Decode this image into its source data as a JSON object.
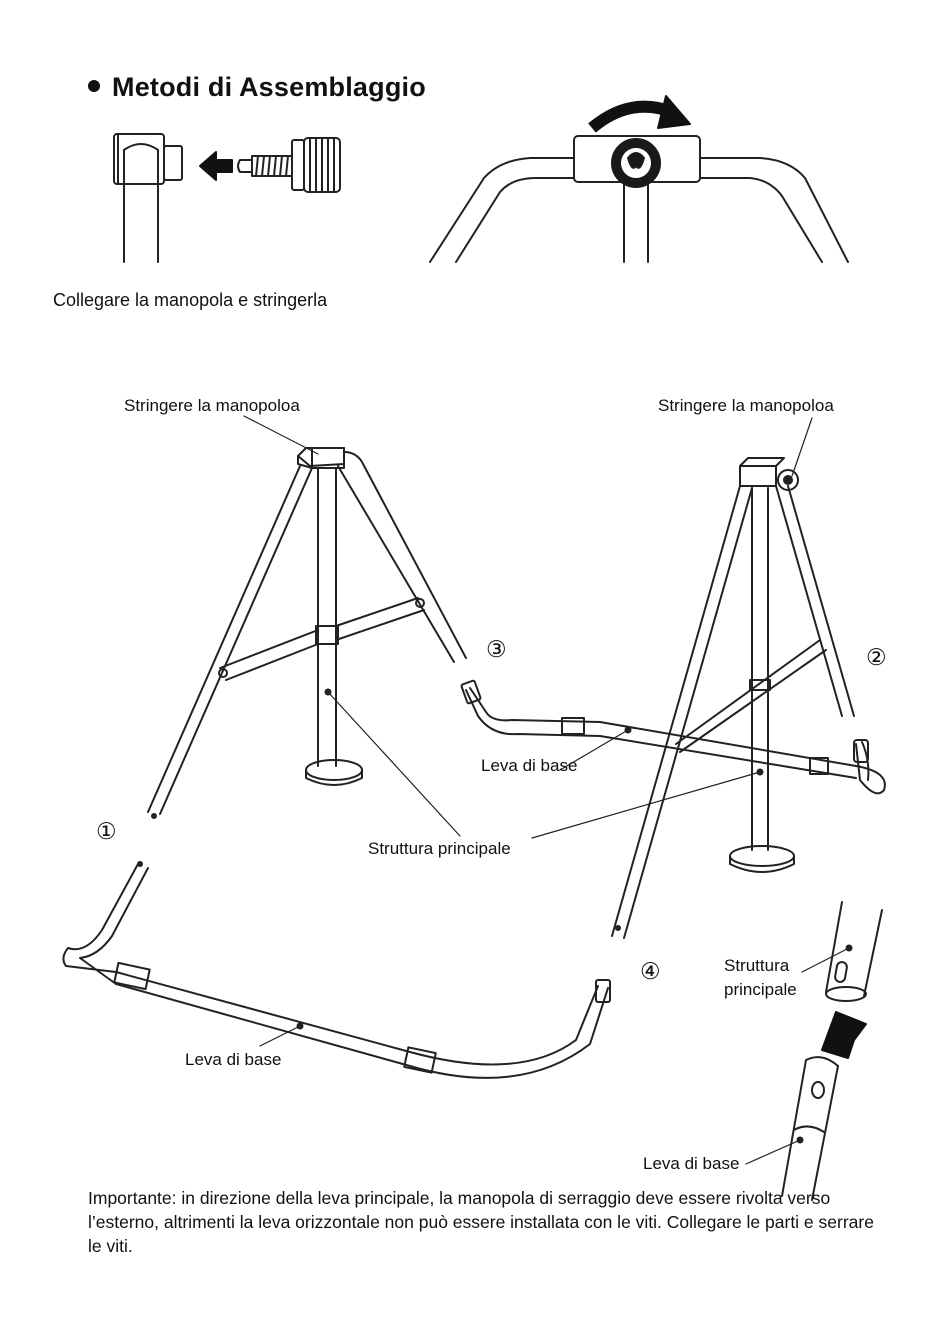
{
  "header": {
    "title": "Metodi di Assemblaggio"
  },
  "step_top": {
    "caption": "Collegare la manopola e stringerla"
  },
  "diagram": {
    "labels": {
      "knob_left": "Stringere la manopoloa",
      "knob_right": "Stringere la manopoloa",
      "base_bar_center": "Leva di base",
      "base_bar_bottom": "Leva di base",
      "main_frame_center": "Struttura principale",
      "main_frame_detail_line1": "Struttura",
      "main_frame_detail_line2": "principale",
      "base_bar_detail": "Leva di base"
    },
    "step_numbers": [
      "①",
      "②",
      "③",
      "④"
    ]
  },
  "note": {
    "text": "Importante: in direzione della leva principale, la manopola di serraggio deve essere rivolta verso l’esterno, altrimenti la leva orizzontale non può essere installata con le viti. Collegare le parti e serrare le viti."
  }
}
